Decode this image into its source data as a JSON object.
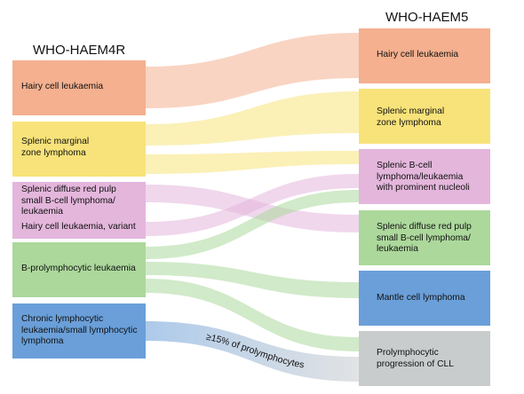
{
  "titles": {
    "left": "WHO-HAEM4R",
    "right": "WHO-HAEM5"
  },
  "left_nodes": [
    {
      "id": "hcl",
      "label": "Hairy cell leukaemia",
      "color": "#f4b08f"
    },
    {
      "id": "smzl",
      "label": "Splenic marginal\nzone lymphoma",
      "color": "#f8e37a"
    },
    {
      "id": "sdrpl",
      "label": "Splenic diffuse red pulp\nsmall B-cell lymphoma/\nleukaemia",
      "color": "#e4b6dc"
    },
    {
      "id": "hclv",
      "label": "Hairy cell leukaemia, variant",
      "color": "#e4b6dc"
    },
    {
      "id": "bpll",
      "label": "B-prolymphocytic leukaemia",
      "color": "#acd89c"
    },
    {
      "id": "cll",
      "label": "Chronic lymphocytic\nleukaemia/small lymphocytic\nlymphoma",
      "color": "#6a9fd9"
    }
  ],
  "right_nodes": [
    {
      "id": "hcl5",
      "label": "Hairy cell leukaemia",
      "color": "#f4b08f"
    },
    {
      "id": "smzl5",
      "label": "Splenic marginal\nzone lymphoma",
      "color": "#f8e37a"
    },
    {
      "id": "sblpn",
      "label": "Splenic B-cell\nlymphoma/leukaemia\nwith prominent nucleoli",
      "color": "#e4b6dc"
    },
    {
      "id": "sdrpl5",
      "label": "Splenic diffuse red pulp\nsmall B-cell lymphoma/\nleukaemia",
      "color": "#acd89c"
    },
    {
      "id": "mcl",
      "label": "Mantle cell lymphoma",
      "color": "#6a9fd9"
    },
    {
      "id": "pplcll",
      "label": "Prolymphocytic\nprogression of CLL",
      "color": "#c9cccd"
    }
  ],
  "flows": [
    {
      "from": "hcl",
      "to": "hcl5",
      "color": "#f4b08f"
    },
    {
      "from": "smzl",
      "to": "smzl5",
      "color": "#f8e37a"
    },
    {
      "from": "smzl",
      "to": "sblpn",
      "color": "#f8e37a"
    },
    {
      "from": "sdrpl",
      "to": "sdrpl5",
      "color": "#e4b6dc"
    },
    {
      "from": "hclv",
      "to": "sblpn",
      "color": "#e4b6dc"
    },
    {
      "from": "bpll",
      "to": "sblpn",
      "color": "#acd89c"
    },
    {
      "from": "bpll",
      "to": "mcl",
      "color": "#acd89c"
    },
    {
      "from": "bpll",
      "to": "pplcll",
      "color": "#acd89c"
    },
    {
      "from": "cll",
      "to": "pplcll",
      "color": "#6a9fd9",
      "label": "≥15% of prolymphocytes"
    }
  ]
}
